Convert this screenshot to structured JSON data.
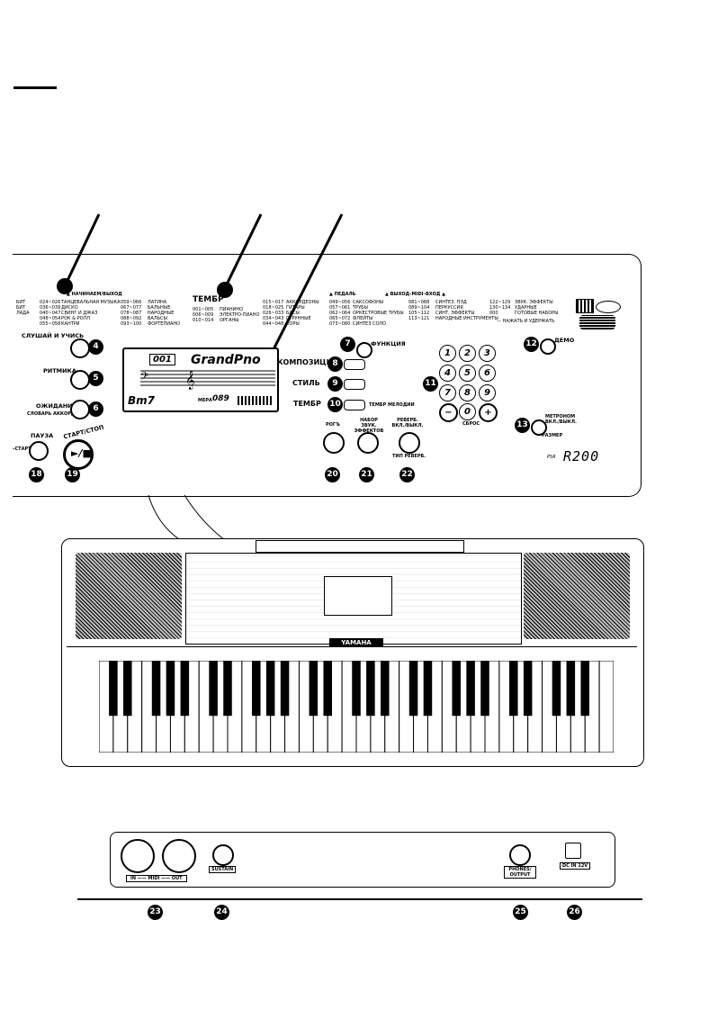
{
  "top_panel": {
    "heading_labels": {
      "listen_learn_header": "▲ НАЧИНАЕМ/ВЫХОД",
      "voice_header": "ТЕМБР",
      "pedal_header": "▲ ПЕДАЛЬ",
      "midi_header": "▲ ВЫХОД–MIDI–ВХОД ▲"
    },
    "style_list": [
      {
        "left": "БИТ",
        "range1": "024~026",
        "name1": "ТАНЦЕВАЛЬНАЯ МУЗЫКА",
        "range2": "059~066",
        "name2": "ЛАТИНА"
      },
      {
        "left": "БИТ",
        "range1": "036~039",
        "name1": "ДИСКО",
        "range2": "067~077",
        "name2": "БАЛЬНЫЕ"
      },
      {
        "left": "ЛАДА",
        "range1": "040~047",
        "name1": "СВИНГ И ДЖАЗ",
        "range2": "078~087",
        "name2": "НАРОДНЫЕ"
      },
      {
        "left": "",
        "range1": "048~054",
        "name1": "РОК & РОЛЛ",
        "range2": "088~092",
        "name2": "ВАЛЬСЫ"
      },
      {
        "left": "",
        "range1": "055~058",
        "name1": "КАНТРИ",
        "range2": "093~100",
        "name2": "ФОРТЕПИАНО"
      }
    ],
    "voice_list": [
      {
        "range": "001~005",
        "name": "ПИАНИНО"
      },
      {
        "range": "006~009",
        "name": "ЭЛЕКТРО-ПИАНО"
      },
      {
        "range": "010~014",
        "name": "ОРГАНЫ"
      }
    ],
    "voice_list2": [
      {
        "range1": "015~017",
        "name1": "АККОРДЕОНЫ",
        "range2": "049~056",
        "name2": "САКСОФОНЫ",
        "range3": "081~088",
        "name3": "СИНТЕЗ. ПЭД"
      },
      {
        "range1": "018~025",
        "name1": "ГИТАРЫ",
        "range2": "057~061",
        "name2": "ТРУБЫ",
        "range3": "089~104",
        "name3": "ПЕРКУССИЯ"
      },
      {
        "range1": "026~033",
        "name1": "БАСЫ",
        "range2": "062~064",
        "name2": "ОРКЕСТРОВЫЕ ТРУБЫ",
        "range3": "105~112",
        "name3": "СИНТ. ЭФФЕКТЫ"
      },
      {
        "range1": "034~043",
        "name1": "СТРУННЫЕ",
        "range2": "065~072",
        "name2": "ФЛЕЙТЫ",
        "range3": "113~121",
        "name3": "НАРОДНЫЕ ИНСТРУМЕНТЫ"
      },
      {
        "range1": "044~048",
        "name1": "ХОРЫ",
        "range2": "073~080",
        "name2": "СИНТЕЗ СОЛО",
        "range3": "",
        "name3": ""
      }
    ],
    "voice_list3": [
      {
        "range": "122~129",
        "name": "ЗВУК. ЭФФЕКТЫ"
      },
      {
        "range": "130~134",
        "name": "УДАРНЫЕ"
      },
      {
        "range": "000",
        "name": "ГОТОВЫЕ НАБОРЫ"
      }
    ],
    "hold_note": "— НАЖАТЬ И УДЕРЖАТЬ",
    "left_buttons": {
      "listen": "СЛУШАЙ И УЧИСЬ",
      "rhythm": "РИТМИКА",
      "waiting": "ОЖИДАНИЕ",
      "chord_dict": "СЛОВАРЬ АККОРДОВ",
      "pause": "ПАУЗА",
      "start_stop": "СТАРТ/СТОП",
      "sync_start": "–СТАРТ"
    },
    "lcd": {
      "number": "001",
      "name": "GrandPno",
      "measure_label": "МЕРА",
      "tempo_value": "089",
      "chord": "Bm7"
    },
    "center_buttons": {
      "function": "ФУНКЦИЯ",
      "song": "КОМПОЗИЦИЯ",
      "style": "СТИЛЬ",
      "voice": "ТЕМБР",
      "melody_voice": "ТЕМБР МЕЛОДИИ",
      "horn": "РОГЪ",
      "effects": "НАБОР ЗВУК. ЭФФЕКТОВ",
      "reverb": "РЕВЕРБ. ВКЛ./ВЫКЛ.",
      "reverb_type": "ТИП РЕВЕРБ."
    },
    "numpad": [
      "1",
      "2",
      "3",
      "4",
      "5",
      "6",
      "7",
      "8",
      "9",
      "−",
      "0",
      "+"
    ],
    "reset_label": "СБРОС",
    "right_buttons": {
      "demo": "ДЕМО",
      "metronome": "МЕТРОНОМ ВКЛ./ВЫКЛ.",
      "time_sig": "РАЗМЕР"
    },
    "model": "R200",
    "model_prefix": "PSR"
  },
  "callouts": [
    "4",
    "5",
    "6",
    "7",
    "8",
    "9",
    "10",
    "11",
    "12",
    "13",
    "18",
    "19",
    "20",
    "21",
    "22"
  ],
  "keyboard": {
    "brand": "YAMAHA",
    "white_keys": 36
  },
  "rear_panel": {
    "midi_label": "IN —— MIDI —— OUT",
    "sustain": "SUSTAIN",
    "phones": "PHONES/ OUTPUT",
    "dc": "DC IN 12V",
    "callouts": [
      "23",
      "24",
      "25",
      "26"
    ]
  },
  "colors": {
    "ink": "#000000",
    "paper": "#ffffff",
    "panel_gray": "#d8d8d8"
  }
}
